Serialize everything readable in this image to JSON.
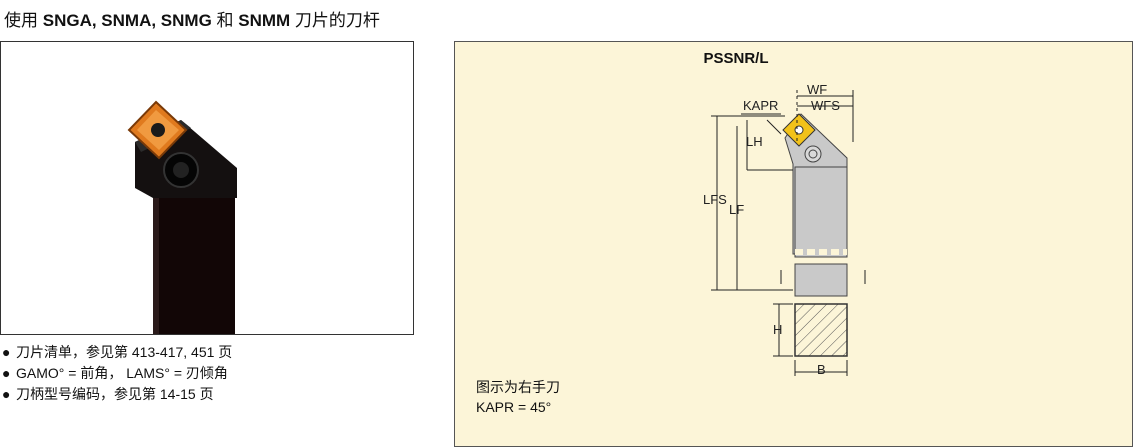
{
  "header": {
    "prefix": "使用 ",
    "codes": "SNGA, SNMA, SNMG",
    "and": " 和 ",
    "code_last": "SNMM",
    "suffix": " 刀片的刀杆"
  },
  "notes": {
    "bullet": "●",
    "items": [
      "刀片清单，参见第 413-417, 451 页",
      "GAMO° = 前角， LAMS° = 刃倾角",
      "刀柄型号编码，参见第 14-15 页"
    ]
  },
  "drawing": {
    "title": "PSSNR/L",
    "dims": {
      "wf": "WF",
      "wfs": "WFS",
      "kapr": "KAPR",
      "lh": "LH",
      "lfs": "LFS",
      "lf": "LF",
      "h": "H",
      "b": "B"
    },
    "caption_line1": "图示为右手刀",
    "caption_line2": "KAPR = 45°",
    "insert_color": "#f2c21a",
    "body_color": "#c9c9c9"
  },
  "photo": {
    "insert_color": "#e07a1e",
    "body_color": "#111111"
  }
}
